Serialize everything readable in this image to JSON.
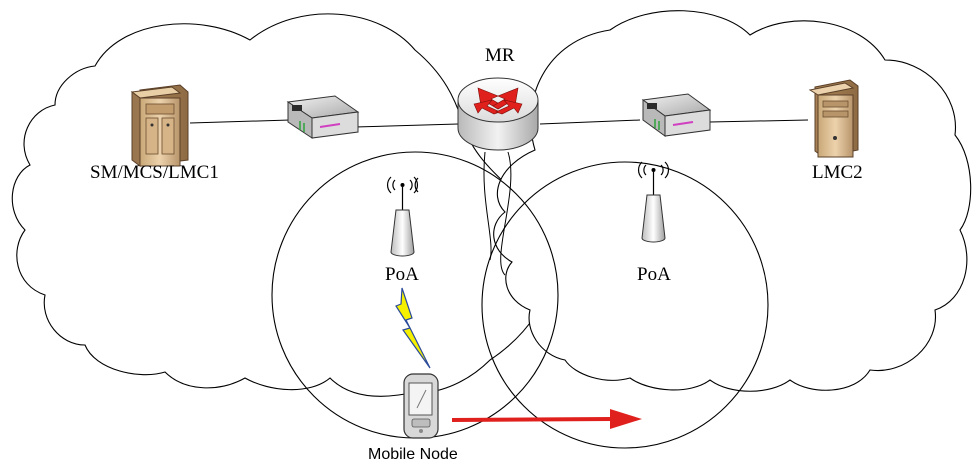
{
  "labels": {
    "router": "MR",
    "left_server": "SM/MCS/LMC1",
    "right_server": "LMC2",
    "poa_left": "PoA",
    "poa_right": "PoA",
    "mobile_node": "Mobile Node"
  },
  "icons": {
    "router": "router-icon",
    "left_server": "tower-server-icon",
    "right_server": "tower-server-icon",
    "left_switch": "switch-icon",
    "right_switch": "switch-icon",
    "poa_left": "wireless-access-point-icon",
    "poa_right": "wireless-access-point-icon",
    "wireless_link": "lightning-bolt-icon",
    "mobile_node": "pda-device-icon",
    "movement": "arrow-right-icon"
  },
  "colors": {
    "router_arrows": "#e0201c",
    "movement_arrow": "#e0201c",
    "lightning_fill": "#f4f000",
    "lightning_stroke": "#2a4a9a",
    "server_body": "#d9b88c",
    "device_body": "#d8d8d8"
  }
}
